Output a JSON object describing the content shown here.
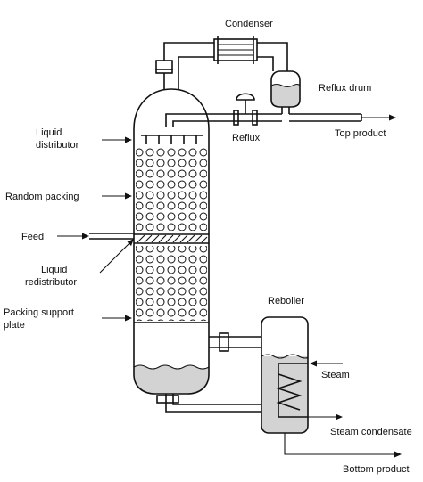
{
  "diagram": {
    "labels": {
      "condenser": "Condenser",
      "reflux_drum": "Reflux drum",
      "reflux": "Reflux",
      "top_product": "Top product",
      "liquid_distributor_line1": "Liquid",
      "liquid_distributor_line2": "distributor",
      "random_packing": "Random packing",
      "feed": "Feed",
      "liquid_redistributor_line1": "Liquid",
      "liquid_redistributor_line2": "redistributor",
      "packing_support_line1": "Packing support",
      "packing_support_line2": "plate",
      "reboiler": "Reboiler",
      "steam": "Steam",
      "steam_condensate": "Steam condensate",
      "bottom_product": "Bottom product"
    },
    "colors": {
      "liquid": "#d3d3d3",
      "line": "#111111",
      "background": "#ffffff"
    }
  }
}
